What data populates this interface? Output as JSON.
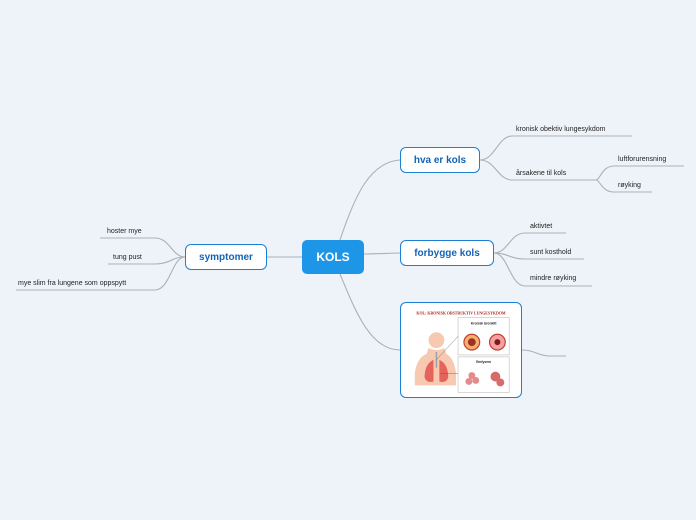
{
  "center": {
    "label": "KOLS"
  },
  "branches": {
    "hva": {
      "label": "hva er kols",
      "items": [
        "kronisk obektiv lungesykdom",
        "årsakene til kols"
      ],
      "sub_items": [
        "luftforurensning",
        "røyking"
      ]
    },
    "forbygge": {
      "label": "forbygge kols",
      "items": [
        "aktivtet",
        "sunt kosthold",
        "mindre røyking"
      ]
    },
    "symptomer": {
      "label": "symptomer",
      "items": [
        "hoster mye",
        "tung pust",
        "mye slim fra lungene som oppspytt"
      ]
    },
    "image": {
      "title": "KOL: KRONISK OBSTRUKTIV LUNGESYKDOM",
      "labels": [
        "Kronisk bronkitt",
        "Emfysem"
      ]
    }
  },
  "colors": {
    "accent": "#1e96e8",
    "border": "#1b7fd4",
    "line": "#a9b0ba",
    "background": "#eef3fa"
  }
}
